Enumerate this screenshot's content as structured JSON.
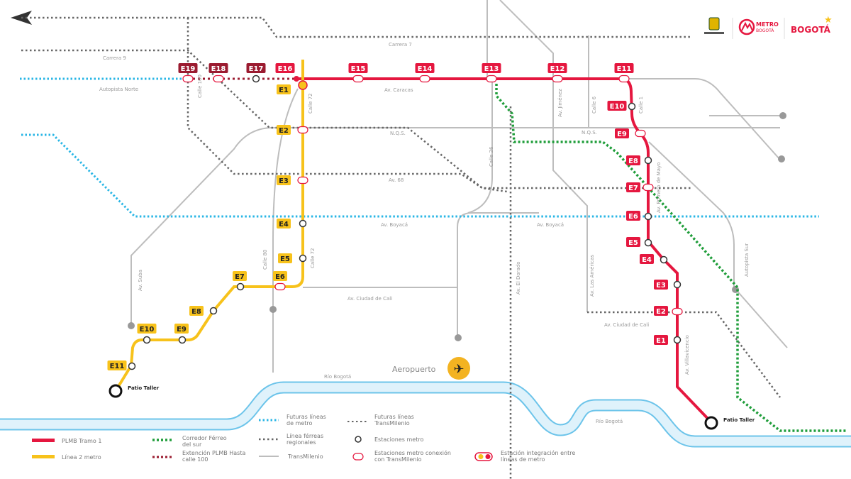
{
  "colors": {
    "tramo1": "#e5173f",
    "linea2": "#f7c21b",
    "extension": "#9b1b30",
    "future_metro": "#29b6e5",
    "corredor": "#1f9d3a",
    "river": "#6cc4ea",
    "transmilenio": "#bdbdbd"
  },
  "logos": {
    "alcaldia": "Alcaldía Mayor de Bogotá",
    "metro": "METRO BOGOTÁ",
    "bogota": "BOGOTÁ"
  },
  "streets": {
    "carrera7": "Carrera 7",
    "carrera9": "Carrera 9",
    "autopista_norte": "Autopista Norte",
    "av_caracas": "Av. Caracas",
    "nqs": "N.Q.S.",
    "av68": "Av. 68",
    "av_boyaca": "Av. Boyacá",
    "av_ciudad_cali": "Av. Ciudad de Cali",
    "rio_bogota": "Río Bogotá",
    "aeropuerto": "Aeropuerto",
    "calle100": "Calle 100",
    "calle72": "Calle 72",
    "calle80": "Calle 80",
    "av_suba": "Av. Suba",
    "calle26": "Calle 26",
    "av_el_dorado": "Av. El Dorado",
    "av_jimenez": "Av. Jiménez",
    "calle6": "Calle 6",
    "calle1": "Calle 1",
    "av_primero_mayo": "Av. Primero de Mayo",
    "av_americas": "Av. Las Américas",
    "av_villavicencio": "Av. Villavicencio",
    "autopista_sur": "Autopista Sur"
  },
  "tramo1_stations": [
    "E1",
    "E2",
    "E3",
    "E4",
    "E5",
    "E6",
    "E7",
    "E8",
    "E9",
    "E10",
    "E11",
    "E12",
    "E13",
    "E14",
    "E15",
    "E16"
  ],
  "extension_stations": [
    "E17",
    "E18",
    "E19"
  ],
  "linea2_stations": [
    "E1",
    "E2",
    "E3",
    "E4",
    "E5",
    "E6",
    "E7",
    "E8",
    "E9",
    "E10",
    "E11"
  ],
  "patio_taller": "Patio Taller",
  "legend": {
    "tramo1": "PLMB Tramo 1",
    "linea2": "Línea 2 metro",
    "corredor": "Corredor Férreo del sur",
    "extension": "Extención PLMB Hasta calle 100",
    "future_metro": "Futuras líneas de metro",
    "regional": "Línea férreas regionales",
    "transmilenio": "TransMilenio",
    "future_tm": "Futuras líneas TransMilenio",
    "metro_station": "Estaciones metro",
    "tm_station": "Estaciones metro conexión con TransMilenio",
    "integration": "Estación integración entre líneas de metro"
  }
}
